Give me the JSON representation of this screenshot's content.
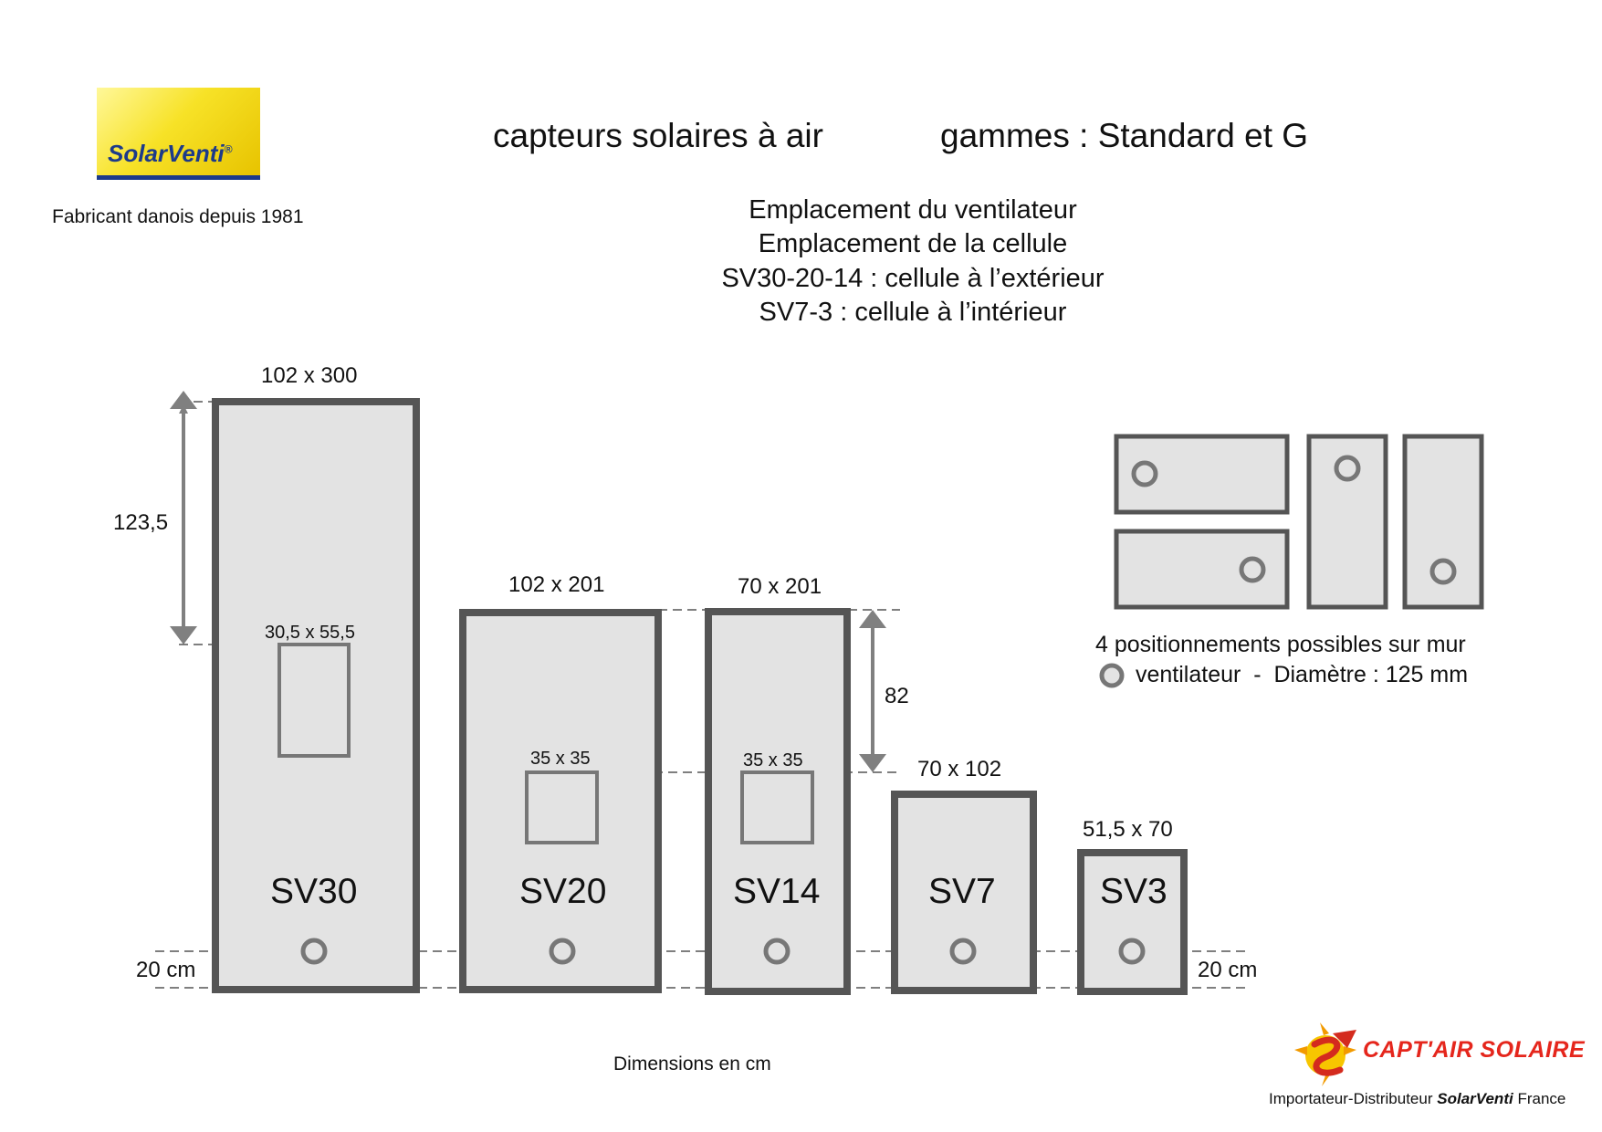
{
  "header": {
    "brand": "SolarVenti",
    "brand_mark": "®",
    "tagline": "Fabricant danois depuis 1981",
    "title": "capteurs solaires à air",
    "title_right": "gammes : Standard et G"
  },
  "subtitle": {
    "line1": "Emplacement du ventilateur",
    "line2": "Emplacement de la cellule",
    "line3": "SV30-20-14 : cellule à l’extérieur",
    "line4": "SV7-3 : cellule à l’intérieur"
  },
  "panels": {
    "sv30": {
      "name": "SV30",
      "size": "102 x 300",
      "cell": "30,5 x 55,5"
    },
    "sv20": {
      "name": "SV20",
      "size": "102 x 201",
      "cell": "35 x 35"
    },
    "sv14": {
      "name": "SV14",
      "size": "70 x 201",
      "cell": "35 x 35"
    },
    "sv7": {
      "name": "SV7",
      "size": "70 x 102"
    },
    "sv3": {
      "name": "SV3",
      "size": "51,5 x 70"
    }
  },
  "dimensions": {
    "sv30_top_to_cell": "123,5",
    "sv14_top_to_cell": "82",
    "bottom_left": "20 cm",
    "bottom_right": "20 cm",
    "footer": "Dimensions en cm"
  },
  "legend": {
    "positions": "4 positionnements possibles sur mur",
    "fan": "ventilateur  -  Diamètre : 125 mm"
  },
  "footer": {
    "distributor_logo": "CAPT'AIR SOLAIRE",
    "importer_prefix": "Importateur-Distributeur",
    "importer_brand": "SolarVenti",
    "importer_country": "France"
  },
  "colors": {
    "panel_fill": "#e3e3e3",
    "panel_border": "#555555",
    "cell_border": "#777777",
    "arrow": "#808080",
    "logo_blue": "#1c3a8a",
    "logo_red": "#e5261c"
  }
}
